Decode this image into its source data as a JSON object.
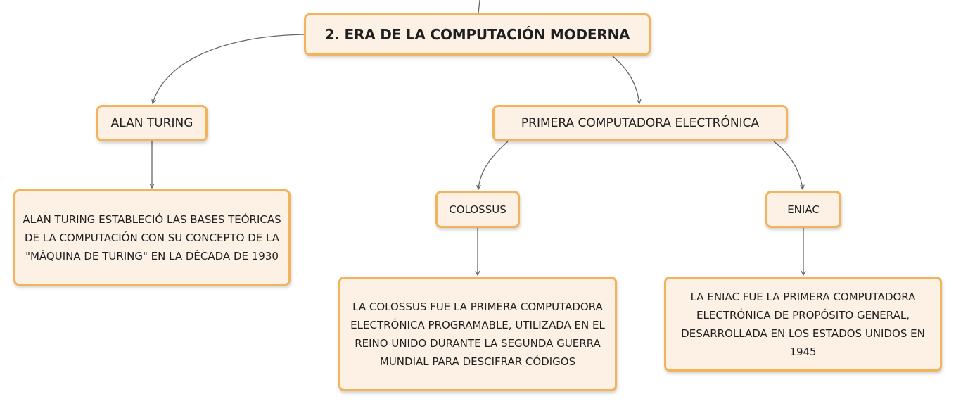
{
  "diagram": {
    "root": {
      "label": "2. ERA DE LA COMPUTACIÓN MODERNA"
    },
    "alan_turing": {
      "label": "ALAN TURING",
      "description": "ALAN TURING ESTABLECIÓ LAS BASES TEÓRICAS DE LA COMPUTACIÓN CON SU CONCEPTO DE LA \"MÁQUINA DE TURING\" EN LA DÉCADA DE 1930"
    },
    "primera_computadora": {
      "label": "PRIMERA COMPUTADORA ELECTRÓNICA",
      "colossus": {
        "label": "COLOSSUS",
        "description": "LA COLOSSUS FUE LA PRIMERA COMPUTADORA ELECTRÓNICA PROGRAMABLE, UTILIZADA EN EL REINO UNIDO DURANTE LA SEGUNDA GUERRA MUNDIAL PARA DESCIFRAR CÓDIGOS"
      },
      "eniac": {
        "label": "ENIAC",
        "description": "LA ENIAC FUE LA PRIMERA COMPUTADORA ELECTRÓNICA DE PROPÓSITO GENERAL, DESARROLLADA EN LOS ESTADOS UNIDOS EN 1945"
      }
    }
  },
  "colors": {
    "node_fill": "#fdf1e6",
    "node_border": "#f2b35b",
    "connector": "#666666"
  }
}
